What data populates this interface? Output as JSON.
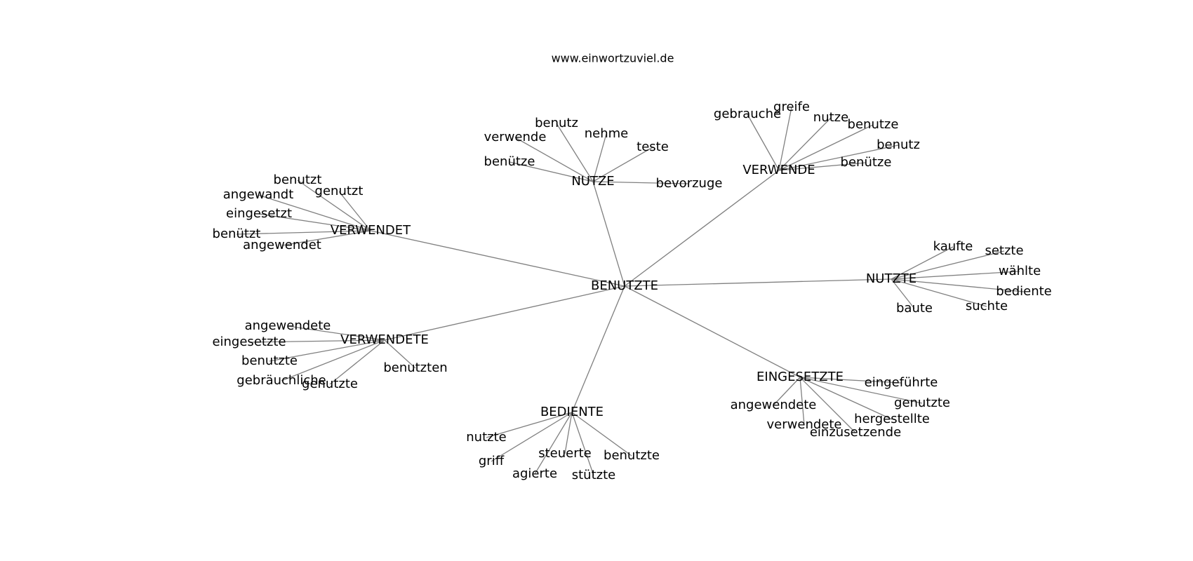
{
  "title": "www.einwortzuviel.de",
  "colors": {
    "edge": "#808080",
    "text": "#000000",
    "background": "#ffffff"
  },
  "root": "BENUTZTE",
  "groups": [
    {
      "id": "nutze",
      "label": "NUTZE",
      "children": [
        "benutz",
        "nehme",
        "verwende",
        "teste",
        "benütze",
        "bevorzuge"
      ]
    },
    {
      "id": "verwende",
      "label": "VERWENDE",
      "children": [
        "gebrauche",
        "greife",
        "nutze",
        "benutze",
        "benutz",
        "benütze"
      ]
    },
    {
      "id": "verwendet",
      "label": "VERWENDET",
      "children": [
        "benutzt",
        "genutzt",
        "angewandt",
        "eingesetzt",
        "benützt",
        "angewendet"
      ]
    },
    {
      "id": "nutzte",
      "label": "NUTZTE",
      "children": [
        "kaufte",
        "setzte",
        "wählte",
        "bediente",
        "suchte",
        "baute"
      ]
    },
    {
      "id": "verwendete",
      "label": "VERWENDETE",
      "children": [
        "angewendete",
        "eingesetzte",
        "benutzte",
        "benutzten",
        "gebräuchliche",
        "genutzte"
      ]
    },
    {
      "id": "eingesetzte",
      "label": "EINGESETZTE",
      "children": [
        "eingeführte",
        "angewendete",
        "genutzte",
        "hergestellte",
        "verwendete",
        "einzusetzende"
      ]
    },
    {
      "id": "bediente",
      "label": "BEDIENTE",
      "children": [
        "nutzte",
        "griff",
        "steuerte",
        "benutzte",
        "agierte",
        "stützte"
      ]
    }
  ]
}
